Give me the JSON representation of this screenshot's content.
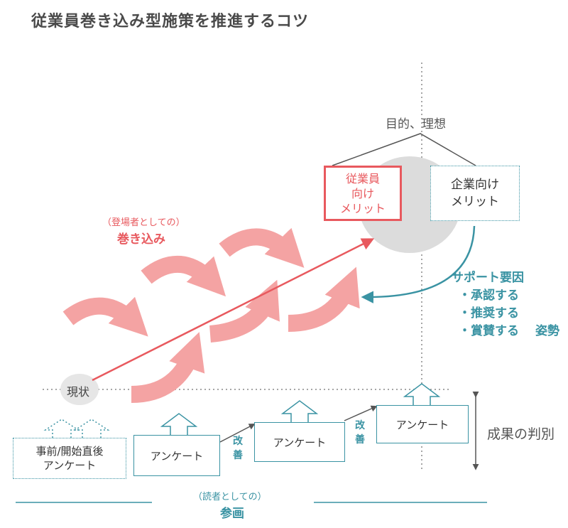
{
  "title": "従業員巻き込み型施策を推進するコツ",
  "goal": {
    "label": "目的、理想",
    "employee_benefit": [
      "従業員",
      "向け",
      "メリット"
    ],
    "company_benefit": [
      "企業向け",
      "メリット"
    ]
  },
  "involvement": {
    "sub": "（登場者としての）",
    "main": "巻き込み"
  },
  "support": {
    "heading": "サポート要因",
    "items": [
      "・承認する",
      "・推奨する",
      "・賞賛する"
    ],
    "extra": "姿勢"
  },
  "current_state": "現状",
  "pre_survey": [
    "事前/開始直後",
    "アンケート"
  ],
  "surveys": [
    "アンケート",
    "アンケート",
    "アンケート"
  ],
  "improve_label": [
    "改",
    "善"
  ],
  "outcome_label": "成果の判別",
  "participation": {
    "sub": "（読者としての）",
    "main": "参画"
  },
  "colors": {
    "teal": "#3a93a3",
    "red": "#e8595e",
    "salmon": "#f4a3a3",
    "gray": "#dcdcdc"
  }
}
